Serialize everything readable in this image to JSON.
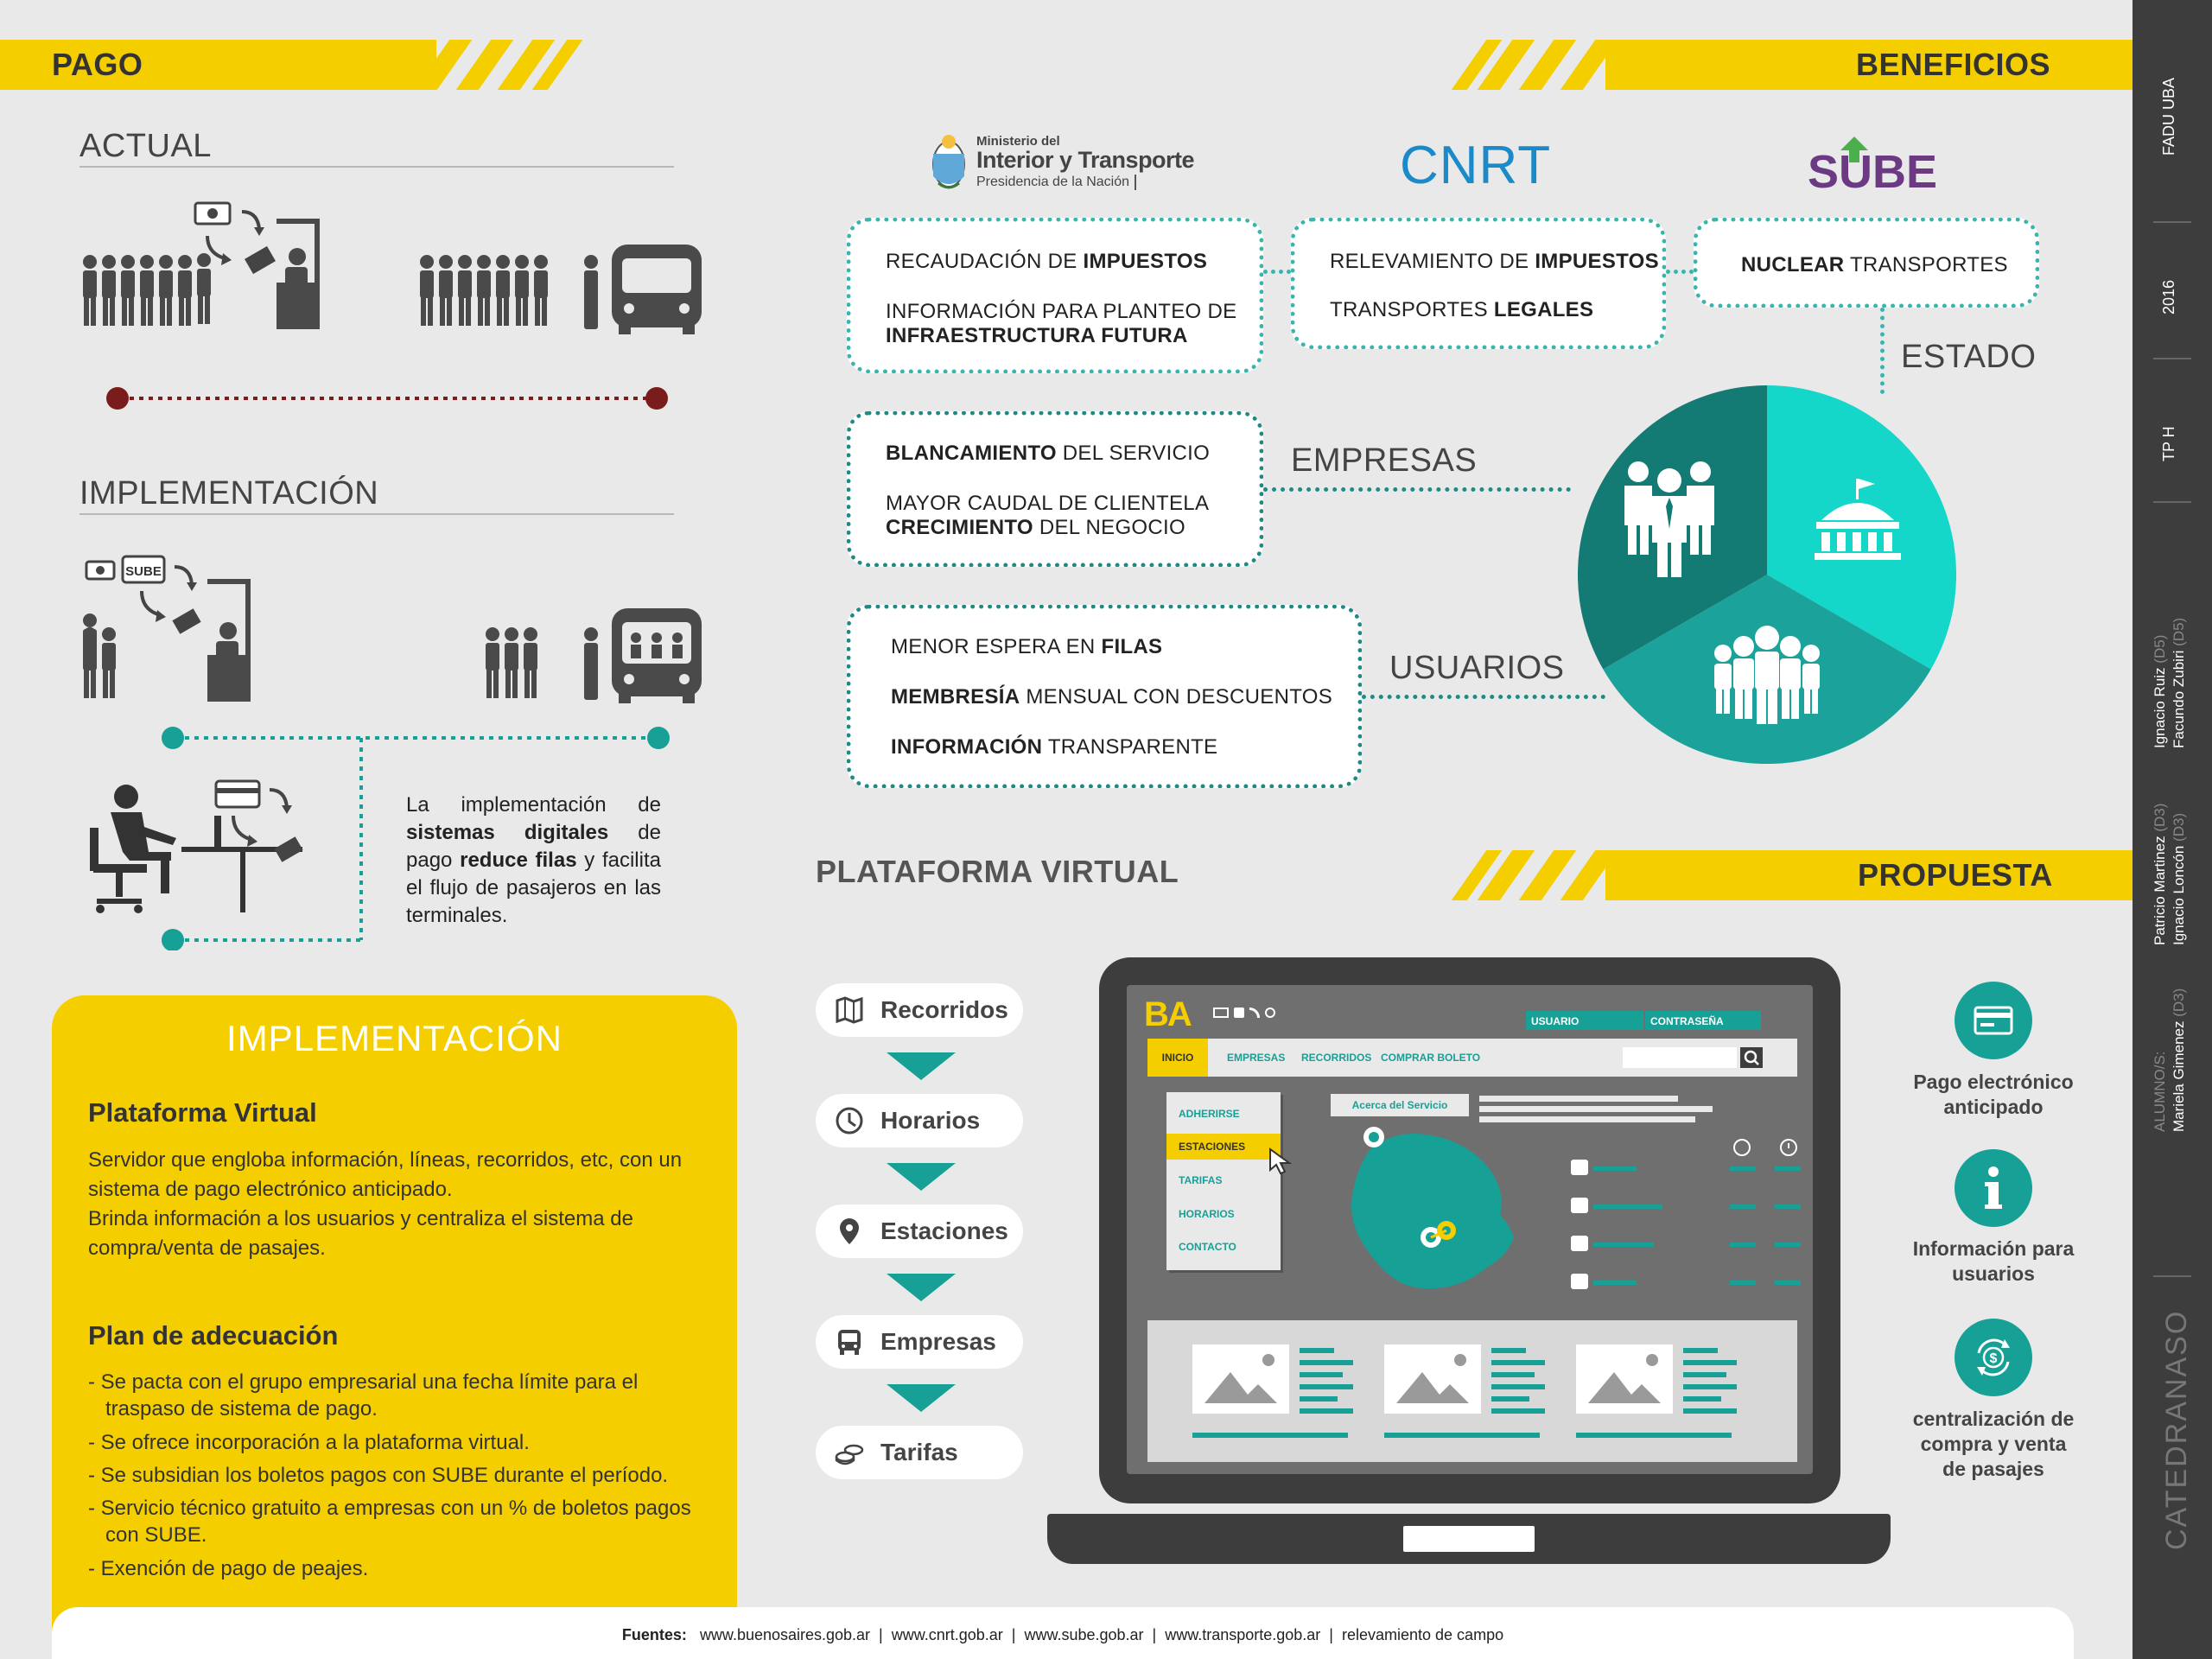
{
  "pago": {
    "title": "PAGO",
    "actual": "ACTUAL",
    "implementacion": "IMPLEMENTACIÓN",
    "sube_badge": "SUBE",
    "desc_parts": [
      "La implementación de ",
      "sistemas digitales",
      " de pago ",
      "reduce filas",
      " y facilita el flujo de pasajeros en las terminales."
    ]
  },
  "beneficios": {
    "title": "BENEFICIOS",
    "logos": {
      "ministerio_line1": "Ministerio del",
      "ministerio_line2": "Interior y Transporte",
      "ministerio_line3": "Presidencia de la Nación",
      "cnrt": "CNRT",
      "sube_s": "S",
      "sube_rest": "BE"
    },
    "box_ministerio": {
      "l1a": "RECAUDACIÓN DE ",
      "l1b": "IMPUESTOS",
      "l2": "INFORMACIÓN PARA PLANTEO DE",
      "l3": "INFRAESTRUCTURA FUTURA"
    },
    "box_cnrt": {
      "l1a": "RELEVAMIENTO DE ",
      "l1b": "IMPUESTOS",
      "l2a": "TRANSPORTES ",
      "l2b": "LEGALES"
    },
    "box_sube": {
      "l1a": "NUCLEAR",
      "l1b": " TRANSPORTES"
    },
    "box_empresas": {
      "l1a": "BLANCAMIENTO",
      "l1b": " DEL SERVICIO",
      "l2": "MAYOR CAUDAL DE CLIENTELA",
      "l3a": "CRECIMIENTO",
      "l3b": " DEL NEGOCIO"
    },
    "box_usuarios": {
      "l1a": "MENOR ESPERA EN ",
      "l1b": "FILAS",
      "l2a": "MEMBRESÍA",
      "l2b": " MENSUAL CON DESCUENTOS",
      "l3a": "INFORMACIÓN",
      "l3b": " TRANSPARENTE"
    },
    "labels": {
      "estado": "ESTADO",
      "empresas": "EMPRESAS",
      "usuarios": "USUARIOS"
    },
    "colors": {
      "estado": "#14d6c9",
      "empresas": "#137a74",
      "usuarios": "#1ba39b"
    }
  },
  "implementacion_panel": {
    "title": "IMPLEMENTACIÓN",
    "pv_title": "Plataforma Virtual",
    "pv_text1": "Servidor que engloba información, líneas, recorridos, etc, con un sistema de pago electrónico anticipado.",
    "pv_text2": "Brinda información a los usuarios y centraliza el sistema de compra/venta de pasajes.",
    "plan_title": "Plan de adecuación",
    "plan_items": [
      "- Se pacta con el grupo empresarial una fecha límite para el traspaso de sistema de pago.",
      "- Se ofrece incorporación a la plataforma virtual.",
      "- Se subsidian los boletos pagos con SUBE durante el período.",
      "- Servicio técnico gratuito a empresas con un % de boletos pagos con SUBE.",
      "- Exención de pago de peajes."
    ]
  },
  "plataforma": {
    "title": "PLATAFORMA VIRTUAL",
    "nav": [
      {
        "label": "Recorridos",
        "icon": "map-icon"
      },
      {
        "label": "Horarios",
        "icon": "clock-icon"
      },
      {
        "label": "Estaciones",
        "icon": "pin-icon"
      },
      {
        "label": "Empresas",
        "icon": "bus-icon"
      },
      {
        "label": "Tarifas",
        "icon": "coins-icon"
      }
    ]
  },
  "propuesta": {
    "title": "PROPUESTA",
    "items": [
      {
        "l1": "Pago electrónico",
        "l2": "anticipado",
        "icon": "card-icon"
      },
      {
        "l1": "Información para",
        "l2": "usuarios",
        "icon": "info-icon"
      },
      {
        "l1": "centralización de",
        "l2": "compra y venta",
        "l3": "de pasajes",
        "icon": "refresh-dollar-icon"
      }
    ]
  },
  "laptop": {
    "logo": "BA",
    "usuario": "USUARIO",
    "contrasena": "CONTRASEÑA",
    "menu": [
      "INICIO",
      "EMPRESAS",
      "RECORRIDOS",
      "COMPRAR BOLETO"
    ],
    "side_menu": [
      "ADHERIRSE",
      "ESTACIONES",
      "TARIFAS",
      "HORARIOS",
      "CONTACTO"
    ],
    "acerca": "Acerca del Servicio"
  },
  "footer": {
    "label": "Fuentes:",
    "text": "www.buenosaires.gob.ar  |  www.cnrt.gob.ar  |  www.sube.gob.ar  |  www.transporte.gob.ar  |  relevamiento de campo"
  },
  "sidebar": {
    "fadu": "FADU UBA",
    "year": "2016",
    "tph": "TP H",
    "alumnos_label": "ALUMNO/S:",
    "alumno1": "Ignacio Ruiz",
    "alumno1_sub": "(D5)",
    "alumno2": "Facundo Zubiri",
    "alumno2_sub": "(D5)",
    "alumno3": "Patricio Martinez",
    "alumno3_sub": "(D3)",
    "alumno4": "Ignacio Loncón",
    "alumno4_sub": "(D3)",
    "alumno5": "Mariela Gimenez",
    "alumno5_sub": "(D3)",
    "catedra": "CATEDRANASO"
  },
  "accent": {
    "yellow": "#f5ce00",
    "teal": "#17a096",
    "dark": "#3d3d3d",
    "red": "#7a1c1c"
  }
}
